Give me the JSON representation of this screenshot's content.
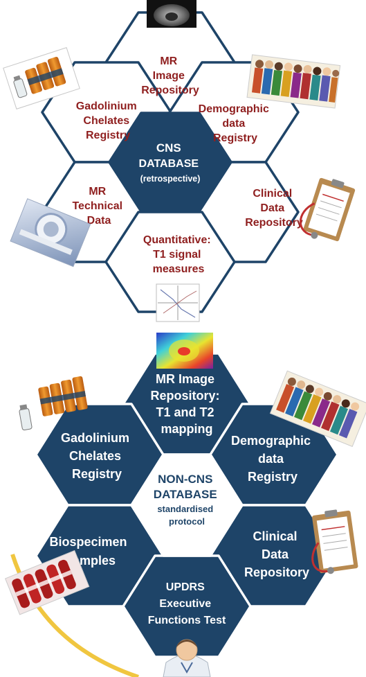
{
  "colors": {
    "navy": "#1e4468",
    "maroon": "#8f1f1f",
    "white": "#ffffff",
    "gold_arc": "#f0c640"
  },
  "cns_diagram": {
    "center": {
      "lines": [
        "CNS",
        "DATABASE",
        "(retrospective)"
      ]
    },
    "cells": {
      "mr_image_repository": {
        "lines": [
          "MR",
          "Image",
          "Repository"
        ]
      },
      "gadolinium_chelates_registry": {
        "lines": [
          "Gadolinium",
          "Chelates",
          "Registry"
        ]
      },
      "demographic_data_registry": {
        "lines": [
          "Demographic",
          "data",
          "Registry"
        ]
      },
      "mr_technical_data": {
        "lines": [
          "MR",
          "Technical",
          "Data"
        ]
      },
      "clinical_data_repository": {
        "lines": [
          "Clinical",
          "Data",
          "Repository"
        ]
      },
      "quantitative_t1": {
        "lines": [
          "Quantitative:",
          "T1 signal",
          "measures"
        ]
      }
    }
  },
  "non_cns_diagram": {
    "center": {
      "lines": [
        "NON-CNS",
        "DATABASE",
        "standardised",
        "protocol"
      ]
    },
    "cells": {
      "mr_image_repository_mapping": {
        "lines": [
          "MR Image",
          "Repository:",
          "T1 and T2",
          "mapping"
        ]
      },
      "gadolinium_chelates_registry": {
        "lines": [
          "Gadolinium",
          "Chelates",
          "Registry"
        ]
      },
      "demographic_data_registry": {
        "lines": [
          "Demographic",
          "data",
          "Registry"
        ]
      },
      "biospecimen_samples": {
        "lines": [
          "Biospecimen",
          "Samples"
        ]
      },
      "clinical_data_repository": {
        "lines": [
          "Clinical",
          "Data",
          "Repository"
        ]
      },
      "updrs_executive": {
        "lines": [
          "UPDRS",
          "Executive",
          "Functions Test"
        ]
      }
    }
  },
  "icons": [
    "brain-mri-thumbnail-icon",
    "contrast-vials-icon",
    "people-crowd-icon",
    "mri-scanner-icon",
    "clipboard-stethoscope-icon",
    "signal-plot-icon",
    "colour-t1-map-icon",
    "blood-sample-tubes-icon",
    "doctor-avatar-icon"
  ]
}
